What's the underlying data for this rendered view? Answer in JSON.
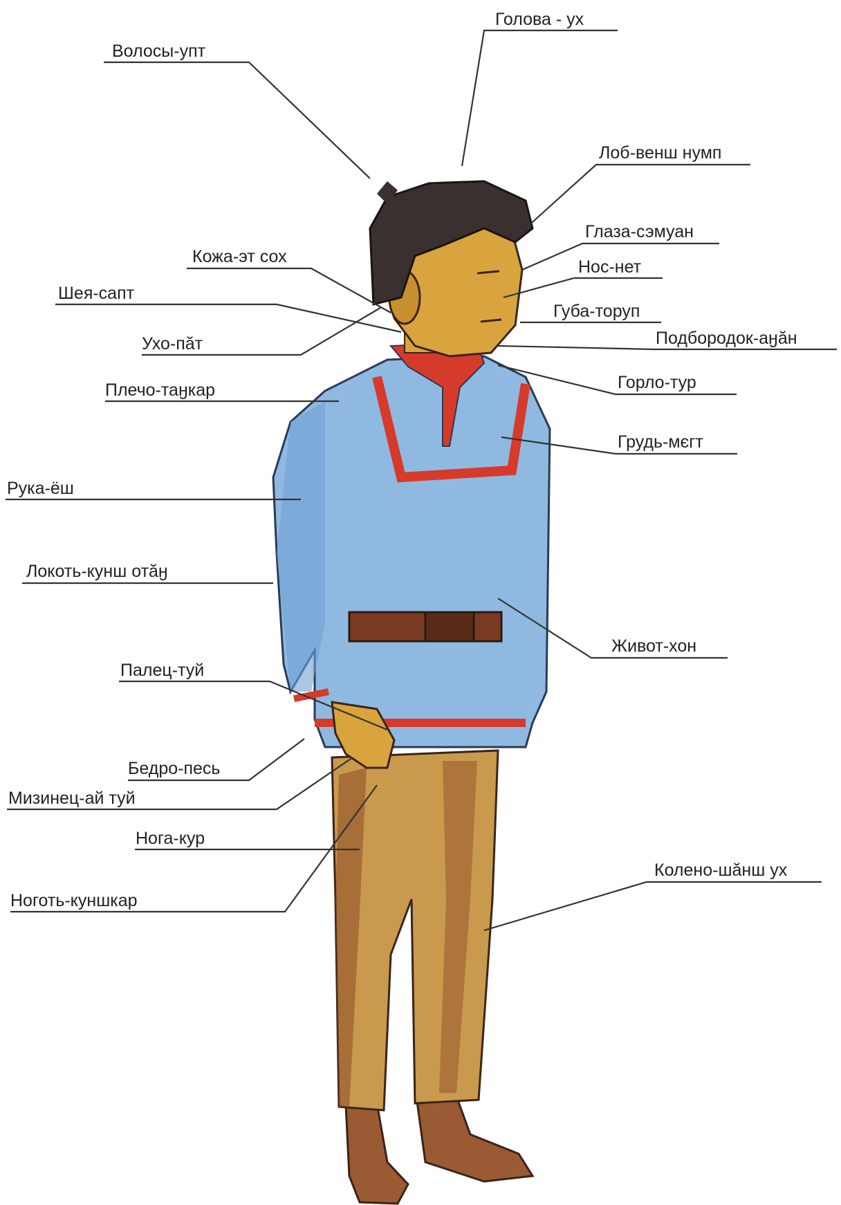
{
  "labels": {
    "head": "Голова - ух",
    "hair": "Волосы-упт",
    "forehead": "Лоб-венш нумп",
    "eyes": "Глаза-сэмуан",
    "skin": "Кожа-эт сох",
    "nose": "Нос-нет",
    "neck": "Шея-сапт",
    "lip": "Губа-торуп",
    "ear": "Ухо-пăт",
    "chin": "Подбородок-аӈăн",
    "throat": "Горло-тур",
    "shoulder": "Плечо-таӈкар",
    "chest": "Грудь-мєгт",
    "arm": "Рука-ёш",
    "elbow": "Локоть-кунш отăӈ",
    "belly": "Живот-хон",
    "finger": "Палец-туй",
    "thigh": "Бедро-песь",
    "little_finger": "Мизинец-ай туй",
    "leg": "Нога-кур",
    "knee": "Колено-шăнш ух",
    "nail": "Ноготь-куншкар"
  },
  "colors": {
    "shirt": "#8fb9e0",
    "shirt_trim": "#d63a2a",
    "trousers": "#c99a4e",
    "boots": "#9a5a33",
    "hair": "#3a3030",
    "skin": "#d9a43e",
    "belt": "#7a3a22"
  }
}
